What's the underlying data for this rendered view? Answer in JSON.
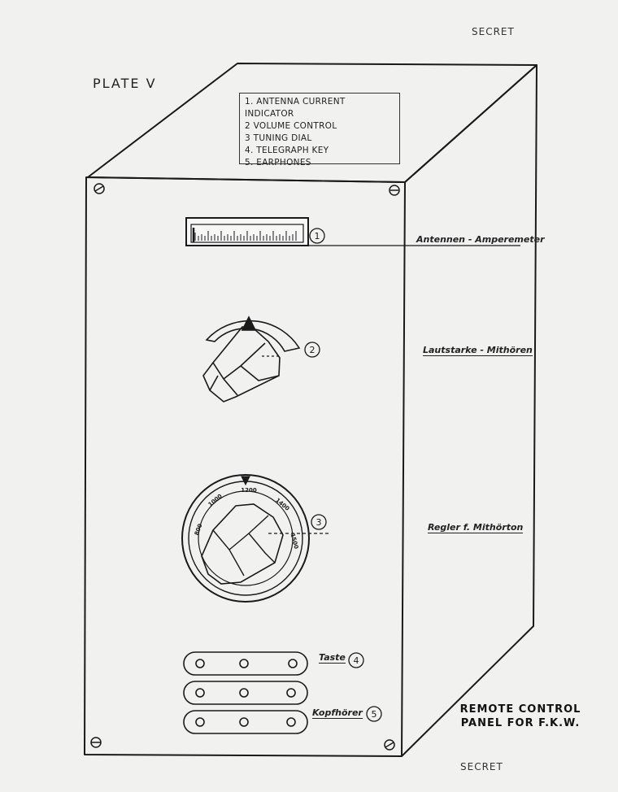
{
  "header": {
    "secret_top": "SECRET",
    "plate_title": "PLATE V",
    "secret_bottom": "SECRET"
  },
  "legend": {
    "items": [
      "1. ANTENNA CURRENT INDICATOR",
      "2 VOLUME CONTROL",
      "3 TUNING DIAL",
      "4. TELEGRAPH KEY",
      "5. EARPHONES"
    ]
  },
  "callouts": {
    "c1": {
      "number": "1",
      "german_label": "Antennen - Amperemeter"
    },
    "c2": {
      "number": "2",
      "german_label": "Lautstarke - Mithören"
    },
    "c3": {
      "number": "3",
      "german_label": "Regler f. Mithörton"
    },
    "c4": {
      "number": "4",
      "german_label": "Taste"
    },
    "c5": {
      "number": "5",
      "german_label": "Kopfhörer"
    }
  },
  "dial_scale": [
    "800",
    "1000",
    "1200",
    "1400",
    "1500"
  ],
  "caption": {
    "line1": "REMOTE CONTROL",
    "line2": "PANEL FOR F.K.W."
  }
}
